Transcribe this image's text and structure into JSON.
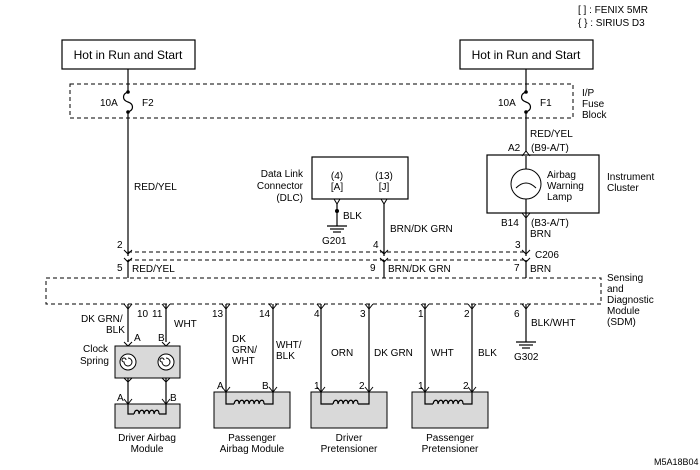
{
  "legend": {
    "fenix": "[  ] : FENIX 5MR",
    "sirius": "{  } : SIRIUS D3"
  },
  "hot_left": "Hot in Run and Start",
  "hot_right": "Hot in Run and Start",
  "fuse_block": {
    "line1": "I/P",
    "line2": "Fuse",
    "line3": "Block"
  },
  "fuse_f2": {
    "rating": "10A",
    "name": "F2"
  },
  "fuse_f1": {
    "rating": "10A",
    "name": "F1"
  },
  "wire_left_red_yel": "RED/YEL",
  "wire_right_red_yel": "RED/YEL",
  "dlc": {
    "line1": "Data Link",
    "line2": "Connector",
    "line3": "(DLC)",
    "pin4": "(4)",
    "pin4b": "[A]",
    "pin13": "(13)",
    "pin13b": "[J]",
    "wire_blk": "BLK",
    "ground": "G201",
    "wire_brn": "BRN/DK GRN"
  },
  "cluster": {
    "pin_a2": "A2",
    "conn_a2": "(B9-A/T)",
    "lamp_line1": "Airbag",
    "lamp_line2": "Warning",
    "lamp_line3": "Lamp",
    "label1": "Instrument",
    "label2": "Cluster",
    "pin_b14": "B14",
    "conn_b14": "(B3-A/T)",
    "wire_brn": "BRN"
  },
  "c206": {
    "name": "C206",
    "pin2": "2",
    "pin4": "4",
    "pin3": "3",
    "pin5": "5",
    "pin9": "9",
    "pin7": "7",
    "wire_red_yel": "RED/YEL",
    "wire_brn_dk": "BRN/DK GRN",
    "wire_brn": "BRN"
  },
  "sdm": {
    "line1": "Sensing",
    "line2": "and",
    "line3": "Diagnostic",
    "line4": "Module",
    "line5": "(SDM)",
    "pins": [
      "10",
      "11",
      "13",
      "14",
      "4",
      "3",
      "1",
      "2",
      "6"
    ]
  },
  "wires_bottom": {
    "dk_grn_blk_1": "DK GRN/",
    "dk_grn_blk_2": "BLK",
    "wht_top": "WHT",
    "dk_grn_wht_1": "DK",
    "dk_grn_wht_2": "GRN/",
    "dk_grn_wht_3": "WHT",
    "wht_blk_1": "WHT/",
    "wht_blk_2": "BLK",
    "orn": "ORN",
    "dk_grn": "DK GRN",
    "wht": "WHT",
    "blk": "BLK",
    "blk_wht": "BLK/WHT",
    "ground_g302": "G302"
  },
  "clock_spring": {
    "line1": "Clock",
    "line2": "Spring",
    "pin_a": "A",
    "pin_b": "B"
  },
  "modules": [
    {
      "line1": "Driver Airbag",
      "line2": "Module",
      "pin1": "A",
      "pin2": "B"
    },
    {
      "line1": "Passenger",
      "line2": "Airbag Module",
      "pin1": "A",
      "pin2": "B"
    },
    {
      "line1": "Driver",
      "line2": "Pretensioner",
      "pin1": "1",
      "pin2": "2"
    },
    {
      "line1": "Passenger",
      "line2": "Pretensioner",
      "pin1": "1",
      "pin2": "2"
    }
  ],
  "figure_code": "M5A18B04"
}
